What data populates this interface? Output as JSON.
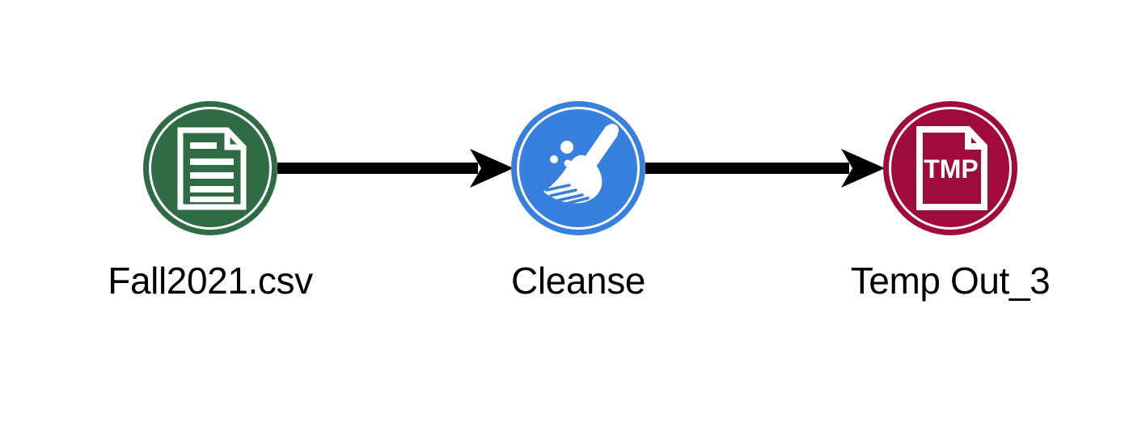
{
  "diagram": {
    "type": "workflow-pipeline",
    "title": "",
    "background_color": "#ffffff",
    "orientation": "left-to-right",
    "nodes": [
      {
        "id": "source",
        "label": "Fall2021.csv",
        "icon": "document-lines-icon",
        "icon_color": "#ffffff",
        "circle_color": "#2F6B44",
        "role": "input-dataset"
      },
      {
        "id": "cleanse",
        "label": "Cleanse",
        "icon": "broom-icon",
        "icon_color": "#ffffff",
        "circle_color": "#3780DE",
        "role": "processing-step"
      },
      {
        "id": "output",
        "label": "Temp Out_3",
        "icon": "tmp-file-icon",
        "icon_text": "TMP",
        "icon_color": "#ffffff",
        "circle_color": "#A00A3C",
        "role": "output-dataset"
      }
    ],
    "edges": [
      {
        "id": "edge-1",
        "from": "source",
        "to": "cleanse",
        "style": "solid-arrow",
        "color": "#000000"
      },
      {
        "id": "edge-2",
        "from": "cleanse",
        "to": "output",
        "style": "solid-arrow",
        "color": "#000000"
      }
    ]
  }
}
